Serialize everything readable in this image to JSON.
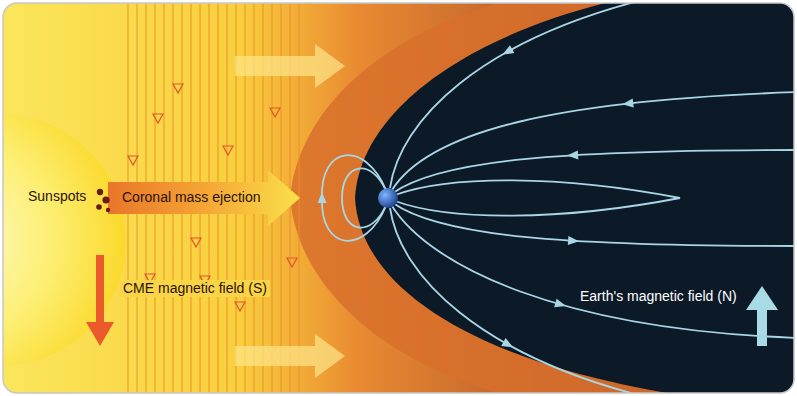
{
  "diagram": {
    "labels": [
      "Sunspots",
      "Coronal mass ejection",
      "CME magnetic field (S)",
      "Earth's magnetic field (N)"
    ]
  }
}
